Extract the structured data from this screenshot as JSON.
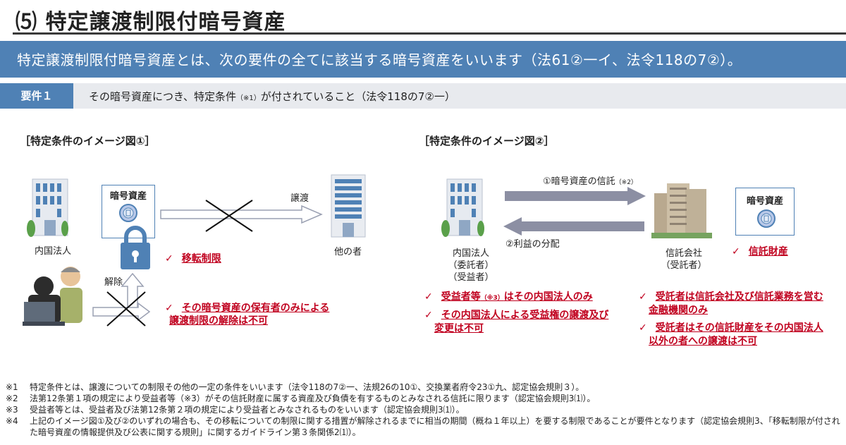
{
  "page": {
    "title": "⑸  特定譲渡制限付暗号資産"
  },
  "banner": {
    "text": "特定譲渡制限付暗号資産とは、次の要件の全てに該当する暗号資産をいいます（法61②一イ、法令118の7②）。"
  },
  "requirement": {
    "label": "要件１",
    "text_a": "その暗号資産につき、特定条件",
    "text_note": "（※1）",
    "text_b": "が付されていること（法令118の7②一）"
  },
  "diagram1": {
    "title": "［特定条件のイメージ図①］",
    "company_label": "内国法人",
    "asset_title": "暗号資産",
    "transfer_label": "譲渡",
    "other_label": "他の者",
    "release_label": "解除",
    "check1": "移転制限",
    "check2_line1": "その暗号資産の保有者のみによる",
    "check2_line2": "譲渡制限の解除は不可"
  },
  "diagram2": {
    "title": "［特定条件のイメージ図②］",
    "trust_arrow_label": "①暗号資産の信託",
    "trust_arrow_note": "（※2）",
    "benefit_arrow_label": "②利益の分配",
    "company_label_1": "内国法人",
    "company_label_2": "（委託者）",
    "company_label_3": "（受益者）",
    "trust_company_label_1": "信託会社",
    "trust_company_label_2": "（受託者）",
    "asset_title": "暗号資産",
    "check_trust": "信託財産",
    "left_check1_a": "受益者等",
    "left_check1_note": "（※3）",
    "left_check1_b": "はその内国法人のみ",
    "left_check2_line1": "その内国法人による受益権の譲渡及び",
    "left_check2_line2": "変更は不可",
    "right_check1_line1": "受託者は信託会社及び信託業務を営む",
    "right_check1_line2": "金融機関のみ",
    "right_check2_line1": "受託者はその信託財産をその内国法人",
    "right_check2_line2": "以外の者への譲渡は不可"
  },
  "check_mark": "✓",
  "notes": [
    {
      "mark": "※1",
      "text": "特定条件とは、譲渡についての制限その他の一定の条件をいいます（法令118の7②一、法規26の10①、交換業者府令23①九、認定協会規則３）。"
    },
    {
      "mark": "※2",
      "text": "法第12条第１項の規定により受益者等（※3）がその信託財産に属する資産及び負債を有するものとみなされる信託に限ります（認定協会規則3⑴）。"
    },
    {
      "mark": "※3",
      "text": "受益者等とは、受益者及び法第12条第２項の規定により受益者とみなされるものをいいます（認定協会規則3⑴）。"
    },
    {
      "mark": "※4",
      "text": "上記のイメージ図①及び②のいずれの場合も、その移転についての制限に関する措置が解除されるまでに相当の期間（概ね１年以上）を要する制限であることが要件となります（認定協会規則3、「移転制限が付された暗号資産の情報提供及び公表に関する規則」に関するガイドライン第３条関係2⑴）。"
    }
  ],
  "colors": {
    "accent": "#4f81b5",
    "red": "#c0001e",
    "gray_arrow": "#8c8fa3"
  }
}
